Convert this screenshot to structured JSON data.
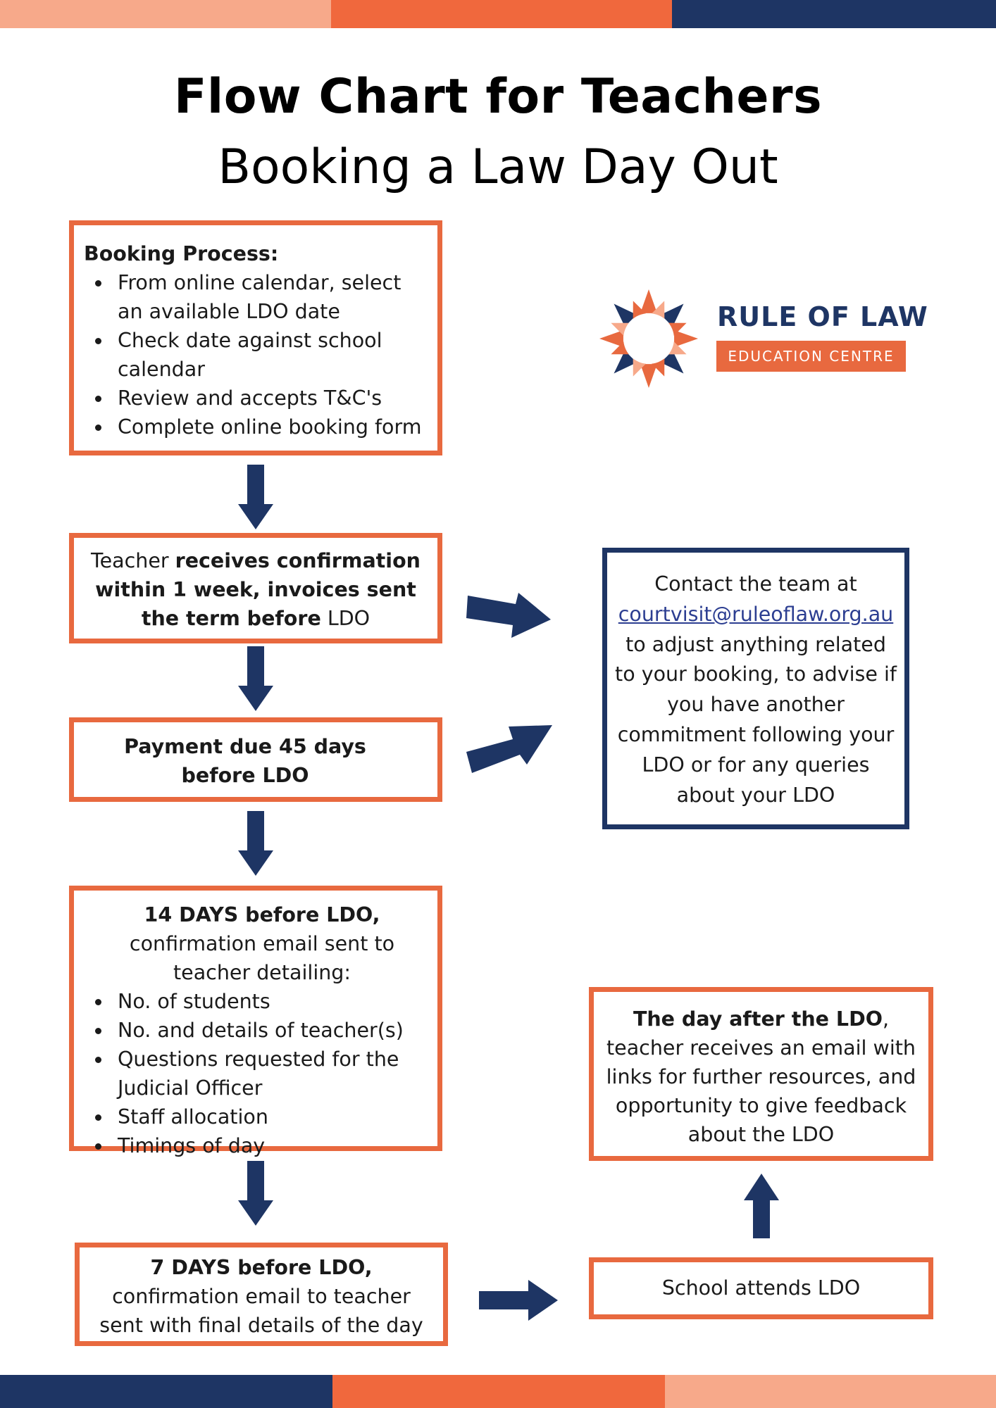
{
  "colors": {
    "orange": "#e8693f",
    "peach": "#f7a98a",
    "navy": "#1e3564"
  },
  "header": {
    "title": "Flow Chart for Teachers",
    "subtitle": "Booking a Law Day Out"
  },
  "logo": {
    "line1": "RULE OF LAW",
    "line2": "EDUCATION CENTRE"
  },
  "booking": {
    "heading": "Booking Process:",
    "items": [
      "From online calendar, select an available LDO date",
      "Check date against school calendar",
      "Review and accepts T&C's",
      "Complete online booking form"
    ]
  },
  "confirmation": {
    "pre": "Teacher ",
    "bold": "receives confirmation within 1 week, invoices sent the term before",
    "post": " LDO"
  },
  "payment": {
    "line1": "Payment due 45 days",
    "line2": "before LDO"
  },
  "contact": {
    "pre": "Contact the team at",
    "email": "courtvisit@ruleoflaw.org.au",
    "post": "to adjust anything related to your booking, to advise if you have another commitment following your LDO or for any queries about your LDO"
  },
  "fourteen_days": {
    "bold": "14 DAYS before LDO,",
    "text": " confirmation email sent to teacher detailing:",
    "items": [
      "No. of students",
      "No. and details of teacher(s)",
      "Questions requested for the Judicial Officer",
      "Staff allocation",
      "Timings of day"
    ]
  },
  "seven_days": {
    "bold": "7 DAYS before LDO,",
    "text": " confirmation email to teacher sent with final details of the day"
  },
  "attends": {
    "text": "School attends LDO"
  },
  "day_after": {
    "bold": "The day after the LDO",
    "text": ", teacher receives an email with links for further resources, and opportunity to give feedback about the LDO"
  }
}
